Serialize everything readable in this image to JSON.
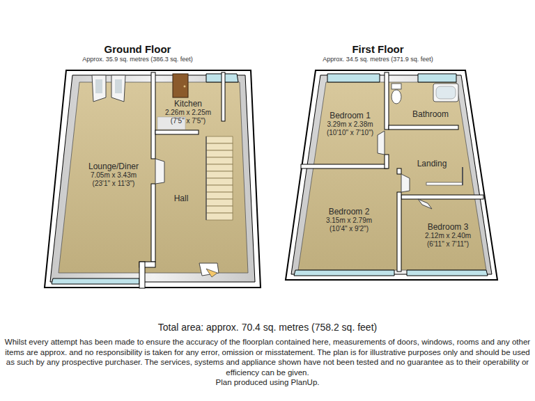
{
  "diagram": {
    "nodes": [
      {
        "text": [
          "Ground Floor",
          "Approx. 35.9 sq. metres (386.3 sq. feet)"
        ]
      },
      {
        "text": [
          "Lounge/Diner",
          "7.05m x 3.43m",
          "(23'1\" x 11'3\")"
        ],
        "in": 0
      },
      {
        "text": [
          "Kitchen",
          "2.26m x 2.25m",
          "(7'5\" x 7'5\")"
        ],
        "in": 0
      },
      {
        "text": [
          "Hall"
        ],
        "in": 0
      },
      {
        "text": [
          "First Floor",
          "Approx. 34.5 sq. metres (371.9 sq. feet)"
        ]
      },
      {
        "text": [
          "Bedroom 1",
          "3.29m x 2.38m",
          "(10'10\" x 7'10\")"
        ],
        "in": 4
      },
      {
        "text": [
          "Bathroom"
        ],
        "in": 4
      },
      {
        "text": [
          "Landing"
        ],
        "in": 4
      },
      {
        "text": [
          "Bedroom 2",
          "3.15m x 2.79m",
          "(10'4\" x 9'2\")"
        ],
        "in": 4
      },
      {
        "text": [
          "Bedroom 3",
          "2.12m x 2.40m",
          "(6'11\" x 7'11\")"
        ],
        "in": 4
      }
    ],
    "labels": [
      "Total area: approx. 70.4 sq. metres (758.2 sq. feet)",
      "Whilst every attempt has been made to ensure the accuracy of the floorplan contained here, measurements of doors, windows, rooms and any other items are approx. and no responsibility is taken for any error, omission or misstatement. The plan is for illustrative purposes only and should be used as such by any prospective purchaser. The services, systems and appliance shown have not been tested and no guarantee as to their operability or efficiency can be given.",
      "Plan produced using PlanUp."
    ]
  }
}
